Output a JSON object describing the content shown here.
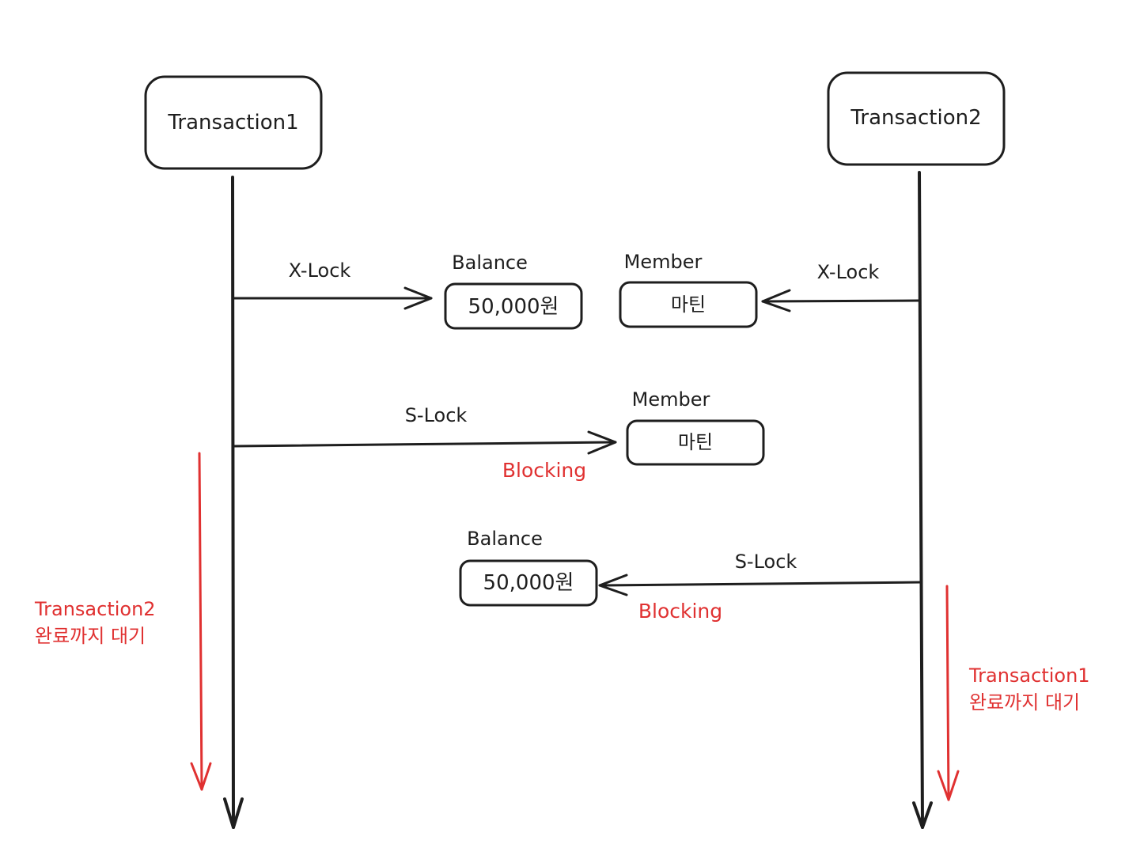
{
  "diagram": {
    "type": "sequence-deadlock",
    "colors": {
      "ink": "#1e1e1e",
      "annotation": "#e03131",
      "background": "#ffffff"
    },
    "participants": [
      {
        "id": "t1",
        "label": "Transaction1"
      },
      {
        "id": "t2",
        "label": "Transaction2"
      }
    ],
    "steps": [
      {
        "from": "t1",
        "lock": "X-Lock",
        "resource_label": "Balance",
        "resource_value": "50,000원",
        "blocking": ""
      },
      {
        "from": "t2",
        "lock": "X-Lock",
        "resource_label": "Member",
        "resource_value": "마틴",
        "blocking": ""
      },
      {
        "from": "t1",
        "lock": "S-Lock",
        "resource_label": "Member",
        "resource_value": "마틴",
        "blocking": "Blocking"
      },
      {
        "from": "t2",
        "lock": "S-Lock",
        "resource_label": "Balance",
        "resource_value": "50,000원",
        "blocking": "Blocking"
      }
    ],
    "waits": [
      {
        "participant": "t1",
        "line1": "Transaction2",
        "line2": "완료까지 대기"
      },
      {
        "participant": "t2",
        "line1": "Transaction1",
        "line2": "완료까지 대기"
      }
    ]
  }
}
